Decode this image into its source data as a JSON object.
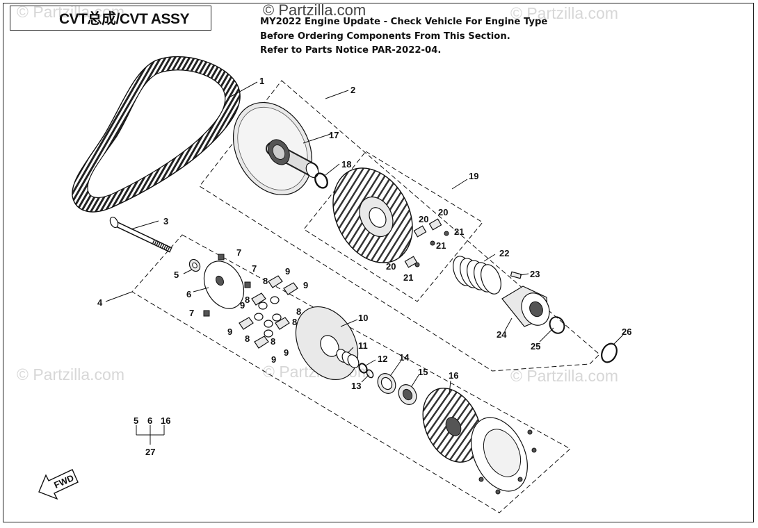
{
  "header": {
    "title": "CVT总成/CVT ASSY",
    "notice_lines": [
      "MY2022 Engine Update - Check Vehicle For Engine Type",
      "Before Ordering Components From This Section.",
      "Refer to Parts Notice PAR-2022-04."
    ],
    "watermark": "© Partzilla.com"
  },
  "callouts": {
    "c1": "1",
    "c2": "2",
    "c3": "3",
    "c4": "4",
    "c5": "5",
    "c6": "6",
    "c7a": "7",
    "c7b": "7",
    "c7c": "7",
    "c8a": "8",
    "c8b": "8",
    "c8c": "8",
    "c8d": "8",
    "c8e": "8",
    "c8f": "8",
    "c9a": "9",
    "c9b": "9",
    "c9c": "9",
    "c9d": "9",
    "c9e": "9",
    "c9f": "9",
    "c10": "10",
    "c11": "11",
    "c12": "12",
    "c13": "13",
    "c14": "14",
    "c15": "15",
    "c16": "16",
    "c17": "17",
    "c18": "18",
    "c19": "19",
    "c20a": "20",
    "c20b": "20",
    "c20c": "20",
    "c21a": "21",
    "c21b": "21",
    "c21c": "21",
    "c22": "22",
    "c23": "23",
    "c24": "24",
    "c25": "25",
    "c26": "26"
  },
  "kit": {
    "members": [
      "5",
      "6",
      "16"
    ],
    "kit_number": "27"
  },
  "forward_arrow": {
    "label": "FWD"
  }
}
